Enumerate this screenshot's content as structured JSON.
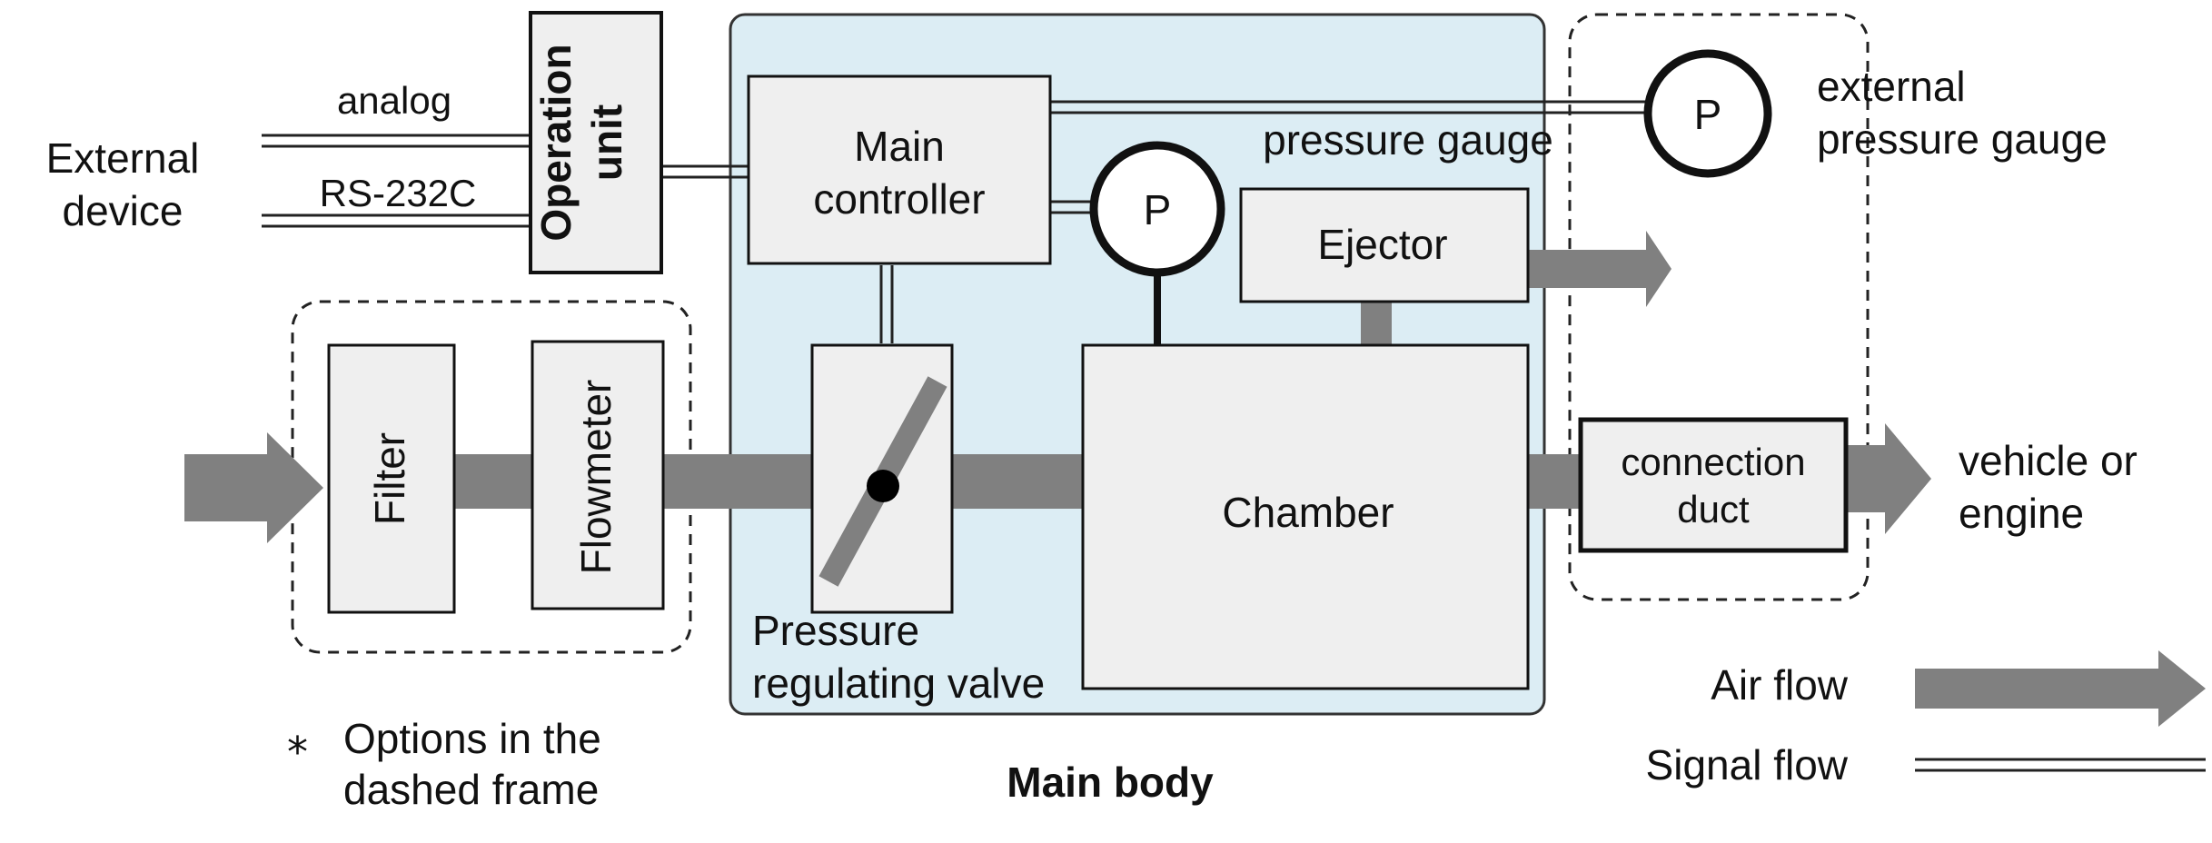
{
  "colors": {
    "main_body_fill": "#dcedf4",
    "box_fill": "#efefef",
    "flow_gray": "#808080",
    "stroke": "#111111"
  },
  "external_device": {
    "line1": "External",
    "line2": "device"
  },
  "signals": {
    "analog": "analog",
    "rs232c": "RS-232C"
  },
  "operation_unit": {
    "line1": "Operation",
    "line2": "unit"
  },
  "main_controller": {
    "line1": "Main",
    "line2": "controller"
  },
  "pressure_gauge": {
    "label": "pressure gauge",
    "symbol": "P"
  },
  "external_pressure_gauge": {
    "line1": "external",
    "line2": "pressure gauge",
    "symbol": "P"
  },
  "ejector": {
    "label": "Ejector"
  },
  "chamber": {
    "label": "Chamber"
  },
  "filter": {
    "label": "Filter"
  },
  "flowmeter": {
    "label": "Flowmeter"
  },
  "pressure_valve": {
    "line1": "Pressure",
    "line2": "regulating valve"
  },
  "connection_duct": {
    "line1": "connection",
    "line2": "duct"
  },
  "destination": {
    "line1": "vehicle or",
    "line2": "engine"
  },
  "options_note": {
    "mark": "⁎",
    "line1": "Options in the",
    "line2": "dashed frame"
  },
  "main_body": {
    "label": "Main body"
  },
  "legend": {
    "air_flow": "Air flow",
    "signal_flow": "Signal flow"
  }
}
